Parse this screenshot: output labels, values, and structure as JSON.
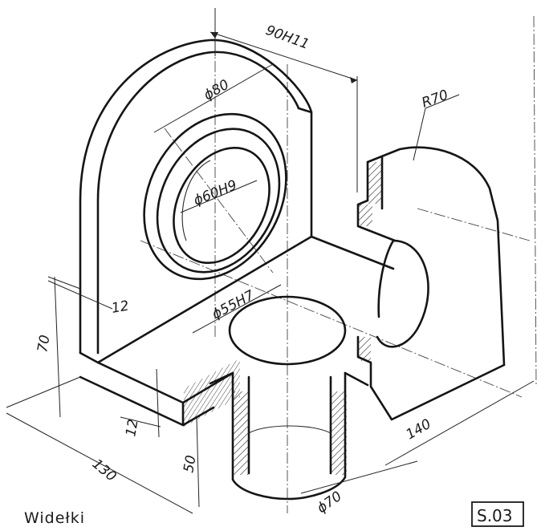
{
  "drawing": {
    "title": "Widełki",
    "sheet_code": "S.03",
    "dimensions": {
      "width_fit": "90H11",
      "boss_diameter": "ϕ80",
      "bore_diameter": "ϕ60H9",
      "radius": "R70",
      "plate_thickness_top": "12",
      "height": "70",
      "hole_diameter": "ϕ55H7",
      "plate_thickness_side": "12",
      "length": "130",
      "depth": "140",
      "sleeve_height": "50",
      "sleeve_diameter": "ϕ70"
    }
  }
}
